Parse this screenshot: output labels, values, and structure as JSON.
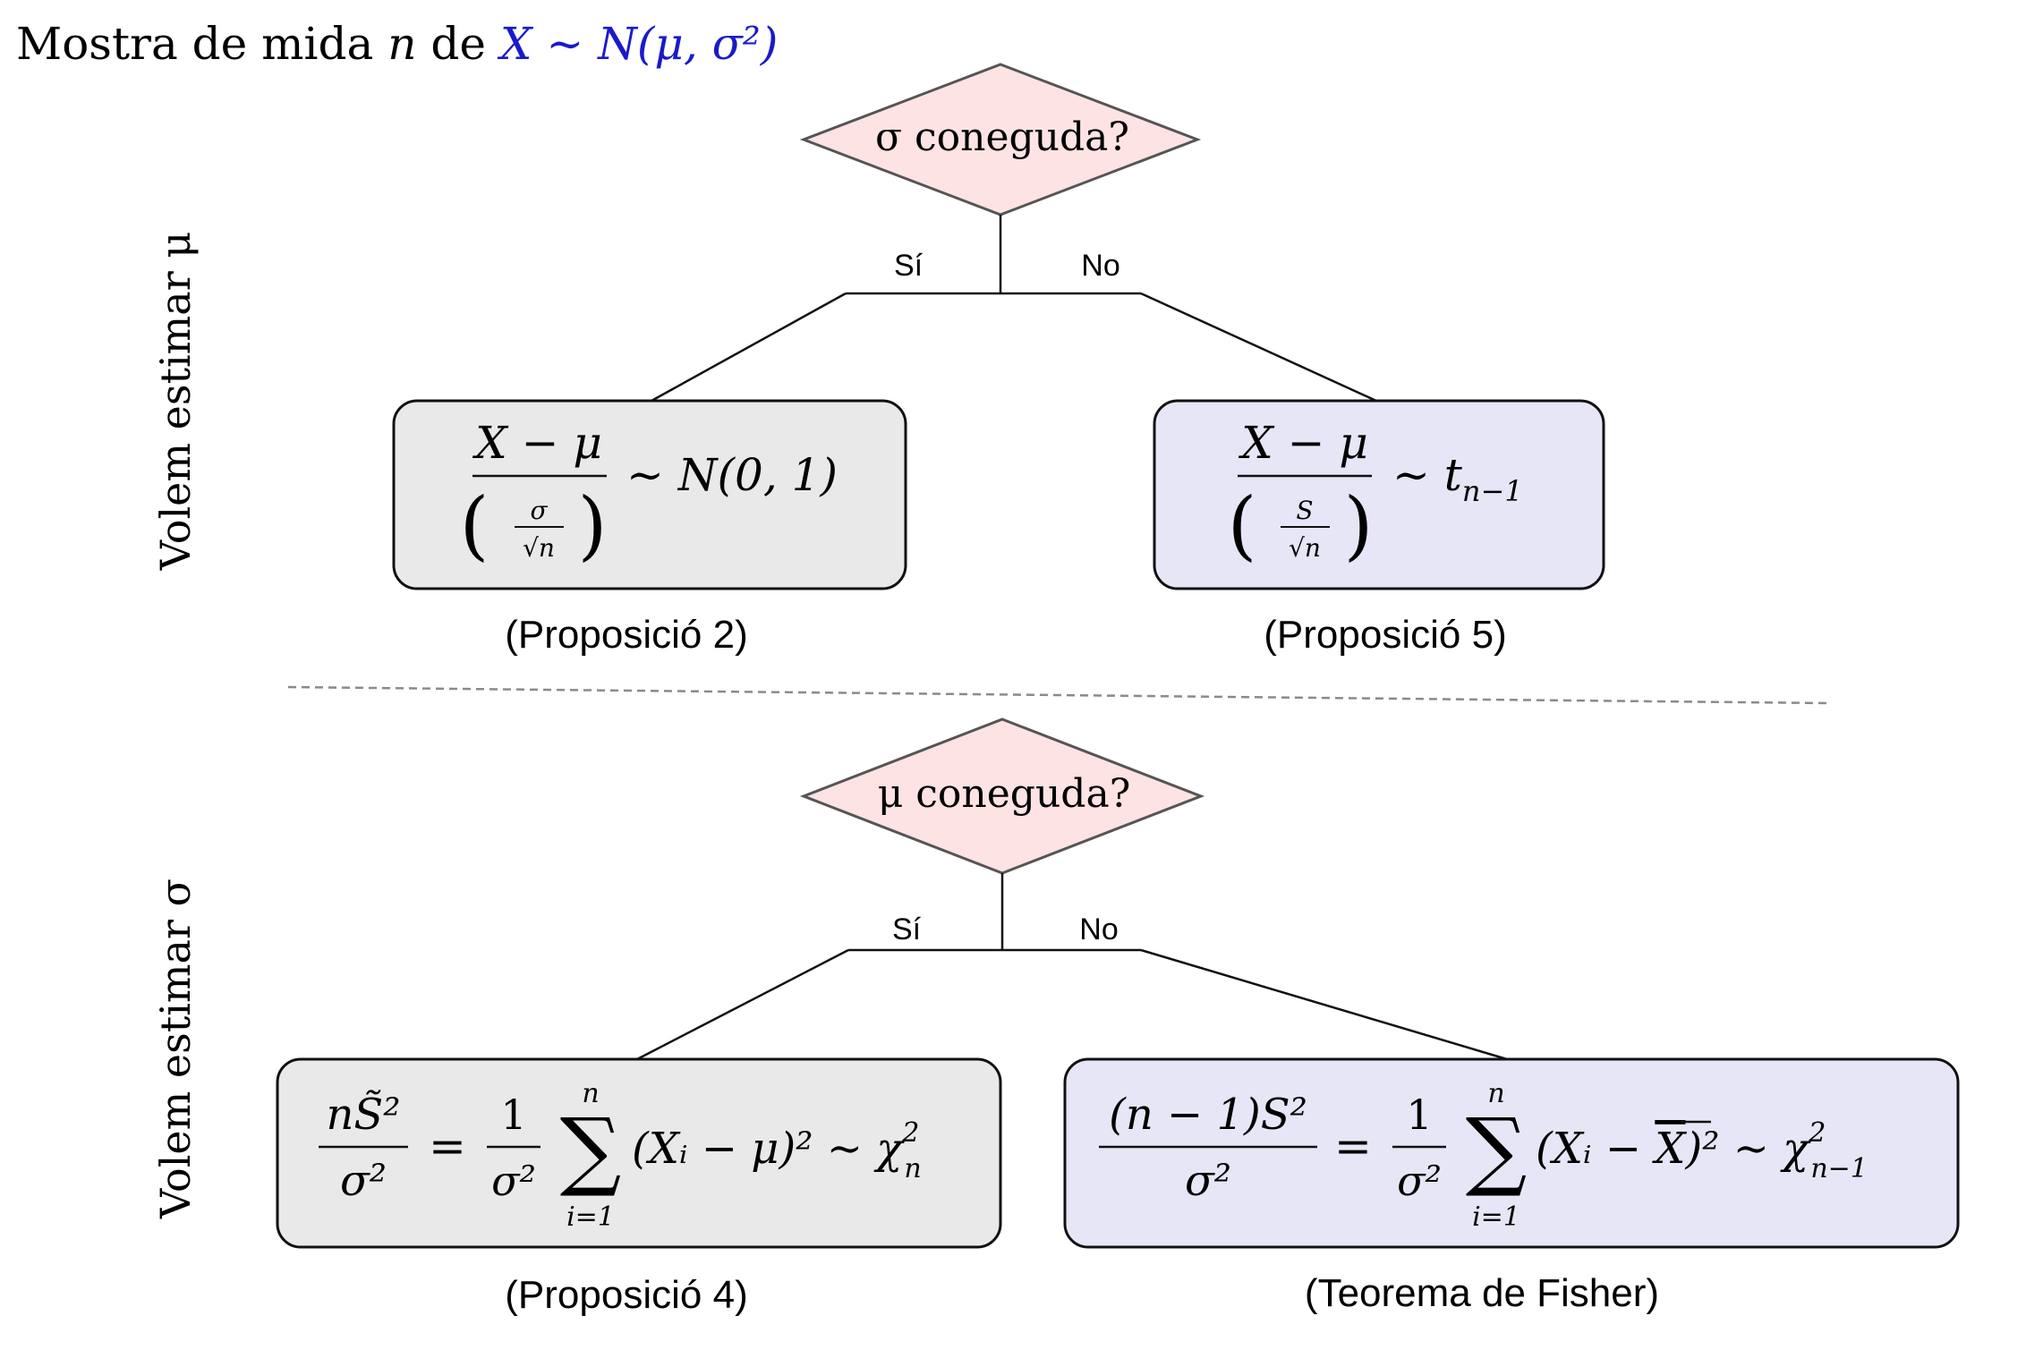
{
  "title": {
    "prefix": "Mostra de mida ",
    "n": "n",
    "de": " de ",
    "distribution": "X ∼ N(μ, σ²)"
  },
  "colors": {
    "blue": "#1a1acc",
    "diamond_fill": "#fde3e3",
    "gray_box": "#e9e9e9",
    "lavender_box": "#e6e6f6",
    "dashed": "#8a8a8a"
  },
  "section_mu": {
    "side_label": "Volem estimar μ",
    "decision": "σ coneguda?",
    "yes": "Sí",
    "no": "No",
    "left": {
      "numerator": "X − μ",
      "den_top": "σ",
      "den_bottom": "√n",
      "rhs": "∼ N(0, 1)",
      "caption": "(Proposició 2)"
    },
    "right": {
      "numerator": "X − μ",
      "den_top": "S",
      "den_bottom": "√n",
      "rhs_t": "∼ t",
      "rhs_sub": "n−1",
      "caption": "(Proposició 5)"
    }
  },
  "section_sigma": {
    "side_label": "Volem estimar σ",
    "decision": "μ coneguda?",
    "yes": "Sí",
    "no": "No",
    "left": {
      "frac_num": "nS̃²",
      "frac_den": "σ²",
      "eq": "=",
      "one": "1",
      "sig2": "σ²",
      "sum_top": "n",
      "sum_bottom": "i=1",
      "term": "(Xᵢ − μ)² ∼ χ",
      "chi_sup": "2",
      "chi_sub": "n",
      "caption": "(Proposició 4)"
    },
    "right": {
      "frac_num": "(n − 1)S²",
      "frac_den": "σ²",
      "eq": "=",
      "one": "1",
      "sig2": "σ²",
      "sum_top": "n",
      "sum_bottom": "i=1",
      "term_a": "(Xᵢ − ",
      "term_xbar": "X",
      "term_b": ")² ∼ χ",
      "chi_sup": "2",
      "chi_sub": "n−1",
      "caption": "(Teorema de Fisher)"
    }
  }
}
